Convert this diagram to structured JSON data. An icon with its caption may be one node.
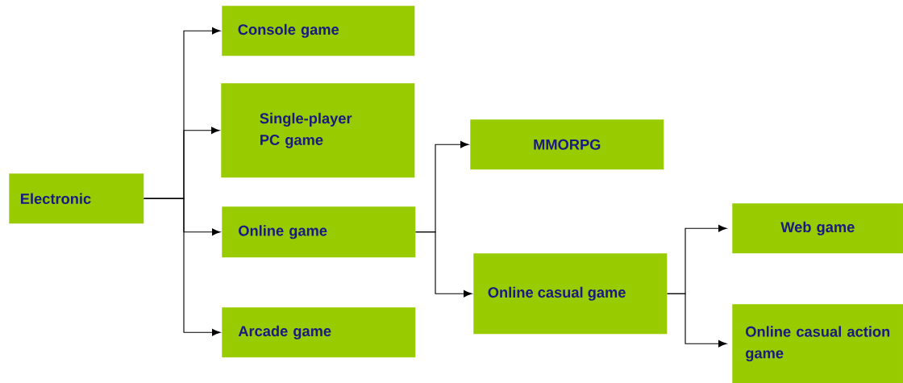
{
  "diagram": {
    "nodes": [
      {
        "text": [
          "Electronic"
        ]
      },
      {
        "text": [
          "Console game"
        ]
      },
      {
        "text": [
          "Single-player PC game"
        ]
      },
      {
        "text": [
          "Online game"
        ]
      },
      {
        "text": [
          "Arcade game"
        ]
      },
      {
        "text": [
          "MMORPG"
        ]
      },
      {
        "text": [
          "Online casual game"
        ]
      },
      {
        "text": [
          "Web game"
        ]
      },
      {
        "text": [
          "Online casual action game"
        ]
      }
    ],
    "edges": [
      {
        "from": 0,
        "to": 1,
        "arrow": "to"
      },
      {
        "from": 0,
        "to": 2,
        "arrow": "to"
      },
      {
        "from": 0,
        "to": 3,
        "arrow": "to"
      },
      {
        "from": 0,
        "to": 4,
        "arrow": "to"
      },
      {
        "from": 3,
        "to": 5,
        "arrow": "to"
      },
      {
        "from": 3,
        "to": 6,
        "arrow": "to"
      },
      {
        "from": 6,
        "to": 7,
        "arrow": "to"
      },
      {
        "from": 6,
        "to": 8,
        "arrow": "to"
      }
    ]
  }
}
